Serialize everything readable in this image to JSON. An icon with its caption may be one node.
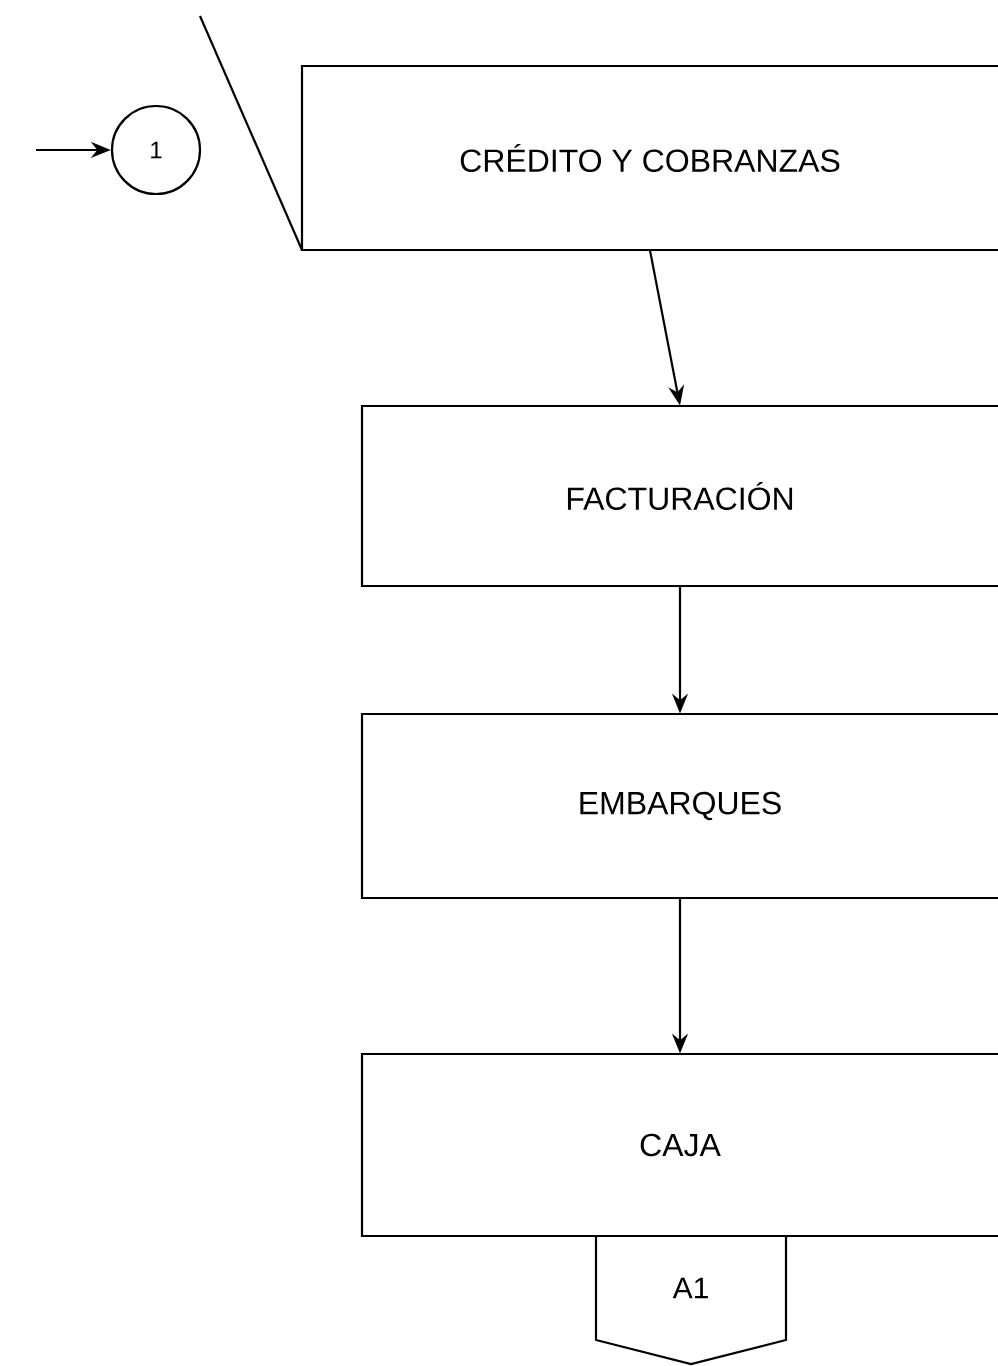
{
  "diagram": {
    "nodes": [
      {
        "text": [
          "1"
        ]
      },
      {
        "text": [
          "CRÉDITO Y COBRANZAS"
        ]
      },
      {
        "text": [
          "FACTURACIÓN"
        ]
      },
      {
        "text": [
          "EMBARQUES"
        ]
      },
      {
        "text": [
          "CAJA"
        ]
      },
      {
        "text": [
          "A1"
        ]
      }
    ],
    "edges": [
      {
        "from": null,
        "to": 0,
        "arrow": "to"
      },
      {
        "from": 1,
        "to": 2,
        "arrow": "to"
      },
      {
        "from": 2,
        "to": 3,
        "arrow": "to"
      },
      {
        "from": 3,
        "to": 4,
        "arrow": "to"
      }
    ]
  }
}
